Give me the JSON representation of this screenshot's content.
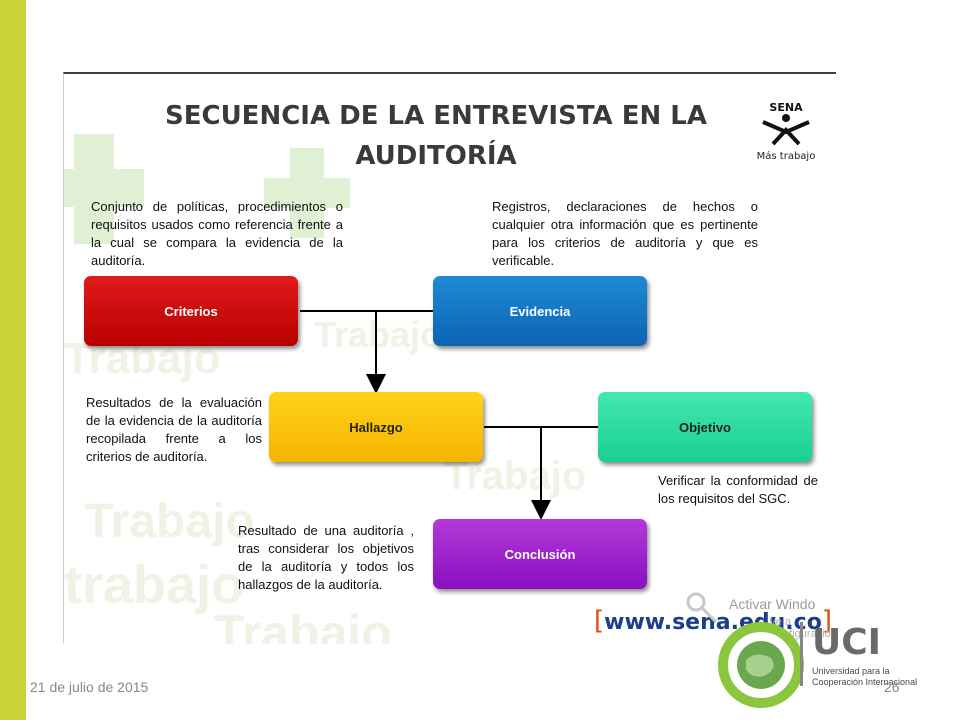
{
  "title": "SECUENCIA DE LA ENTREVISTA EN LA AUDITORÍA",
  "logo": {
    "name": "SENA",
    "tagline": "Más trabajo"
  },
  "watermark": [
    "Trabajo",
    "trabajo"
  ],
  "nodes": {
    "criterios": "Criterios",
    "evidencia": "Evidencia",
    "hallazgo": "Hallazgo",
    "objetivo": "Objetivo",
    "conclusion": "Conclusión"
  },
  "descriptions": {
    "criterios": "Conjunto de políticas, procedimientos o requisitos usados como referencia frente a la cual se compara la evidencia de la auditoría.",
    "evidencia": "Registros, declaraciones de hechos o cualquier otra información que es pertinente para los criterios de auditoría y que es verificable.",
    "hallazgo": "Resultados de la evaluación de la evidencia de la auditoría recopilada frente a los criterios de auditoría.",
    "objetivo": "Verificar la conformidad de los requisitos del SGC.",
    "conclusion": "Resultado de una auditoría , tras considerar los objetivos de la auditoría y todos los hallazgos de la auditoría."
  },
  "url": "www.sena.edu.co",
  "activation": {
    "line1": "Activar Windo",
    "line2": "Ve a Configuración"
  },
  "uci": {
    "logo": "UCI",
    "line1": "Universidad para la",
    "line2": "Cooperación Internacional"
  },
  "footer": {
    "date": "21 de julio de 2015",
    "page": "26"
  },
  "colors": {
    "accent_bar": "#c8d33a",
    "criterios": "#c80000",
    "evidencia": "#1474c4",
    "hallazgo": "#ffc800",
    "objetivo": "#2ddc9e",
    "conclusion": "#9a1fcc"
  }
}
